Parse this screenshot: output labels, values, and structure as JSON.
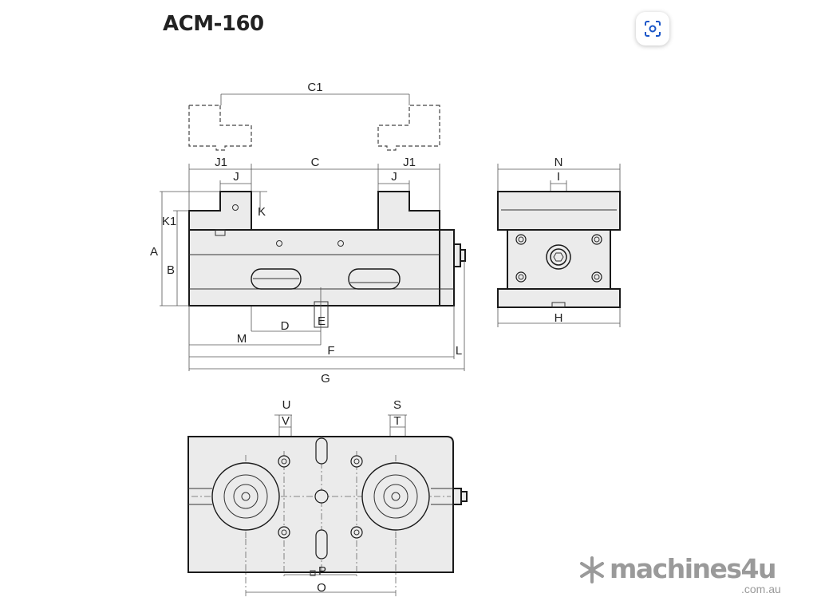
{
  "title": "ACM-160",
  "labels": {
    "C1": "C1",
    "J1_left": "J1",
    "J1_right": "J1",
    "C": "C",
    "J_left": "J",
    "J_right": "J",
    "K": "K",
    "K1": "K1",
    "A": "A",
    "B": "B",
    "D": "D",
    "E": "E",
    "M": "M",
    "F": "F",
    "G": "G",
    "L": "L",
    "N": "N",
    "I": "I",
    "H": "H",
    "U": "U",
    "V": "V",
    "S": "S",
    "T": "T",
    "P": "P",
    "O": "O"
  },
  "watermark": {
    "main": "machines4u",
    "sub": ".com.au"
  },
  "icons": {
    "lens": "visual-search-icon"
  }
}
